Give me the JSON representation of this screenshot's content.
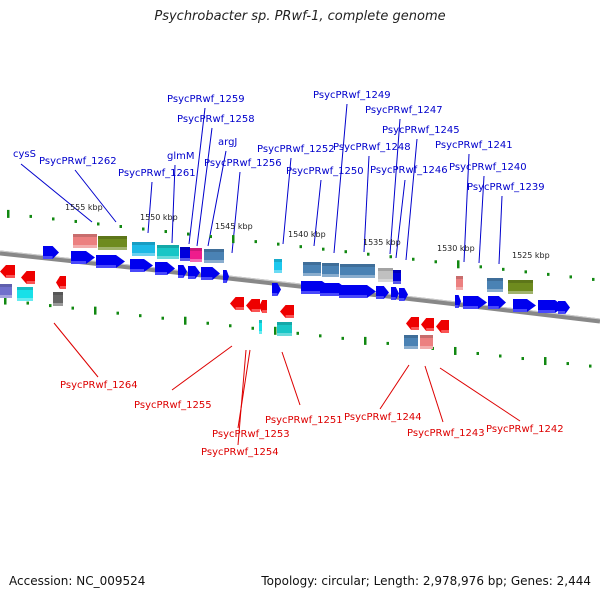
{
  "title": "Psychrobacter sp. PRwf-1, complete genome",
  "footer": {
    "accession": "Accession: NC_009524",
    "summary": "Topology: circular; Length: 2,978,976 bp; Genes: 2,444"
  },
  "colors": {
    "forward_label": "#0000cc",
    "reverse_label": "#dd0000",
    "forward_cds": "#0000ee",
    "reverse_cds": "#ee0000",
    "tick": "#118811",
    "backbone": "#777777"
  },
  "scale_labels": [
    "1555 kbp",
    "1550 kbp",
    "1545 kbp",
    "1540 kbp",
    "1535 kbp",
    "1530 kbp",
    "1525 kbp"
  ],
  "forward_labels": [
    {
      "text": "cysS"
    },
    {
      "text": "PsycPRwf_1262"
    },
    {
      "text": "PsycPRwf_1261"
    },
    {
      "text": "glmM"
    },
    {
      "text": "PsycPRwf_1259"
    },
    {
      "text": "PsycPRwf_1258"
    },
    {
      "text": "argJ"
    },
    {
      "text": "PsycPRwf_1256"
    },
    {
      "text": "PsycPRwf_1252"
    },
    {
      "text": "PsycPRwf_1250"
    },
    {
      "text": "PsycPRwf_1249"
    },
    {
      "text": "PsycPRwf_1248"
    },
    {
      "text": "PsycPRwf_1247"
    },
    {
      "text": "PsycPRwf_1246"
    },
    {
      "text": "PsycPRwf_1245"
    },
    {
      "text": "PsycPRwf_1241"
    },
    {
      "text": "PsycPRwf_1240"
    },
    {
      "text": "PsycPRwf_1239"
    }
  ],
  "reverse_labels": [
    {
      "text": "PsycPRwf_1264"
    },
    {
      "text": "PsycPRwf_1255"
    },
    {
      "text": "PsycPRwf_1253"
    },
    {
      "text": "PsycPRwf_1254"
    },
    {
      "text": "PsycPRwf_1251"
    },
    {
      "text": "PsycPRwf_1244"
    },
    {
      "text": "PsycPRwf_1243"
    },
    {
      "text": "PsycPRwf_1242"
    }
  ]
}
